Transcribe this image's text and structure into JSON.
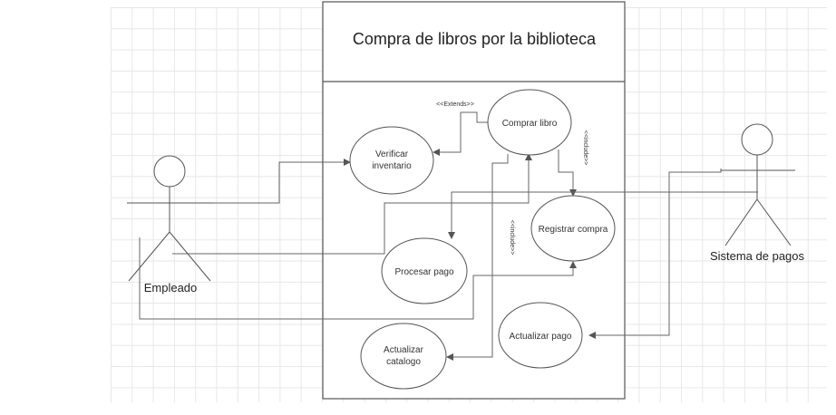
{
  "diagram": {
    "title": "Compra de libros por la biblioteca",
    "actors": {
      "employee": "Empleado",
      "payment_system": "Sistema de pagos"
    },
    "use_cases": {
      "verify_inventory": [
        "Verificar",
        "inventario"
      ],
      "buy_book": "Comprar libro",
      "register_purchase": "Registrar compra",
      "process_payment": "Procesar pago",
      "update_payment": "Actualizar pago",
      "update_catalog": [
        "Actualizar",
        "catalogo"
      ]
    },
    "relations": {
      "extends": "<<Extends>>",
      "include_1": "<<include>>",
      "include_2": "<<include>>"
    }
  }
}
